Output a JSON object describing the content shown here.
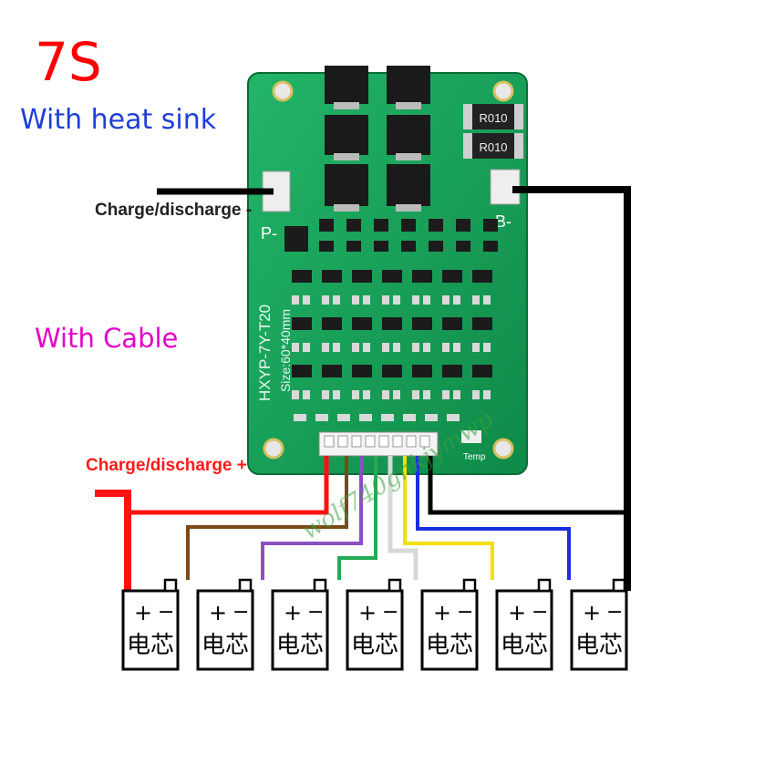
{
  "title": "7S",
  "features": {
    "heat_sink": "With heat sink",
    "cable": "With Cable"
  },
  "labels": {
    "discharge_negative": "Charge/discharge -",
    "discharge_positive": "Charge/discharge +"
  },
  "board": {
    "model": "HXYP-7Y-T20",
    "size": "Size:60*40mm",
    "pad_p": "P-",
    "pad_b": "B-",
    "temp": "Temp",
    "resistor_marking": "R010"
  },
  "cells": {
    "plus": "+",
    "minus": "−",
    "name": "电芯",
    "count": 7
  },
  "wires": [
    {
      "name": "red",
      "color": "#ff1111"
    },
    {
      "name": "brown",
      "color": "#7a4a16"
    },
    {
      "name": "purple",
      "color": "#8a4fc0"
    },
    {
      "name": "green",
      "color": "#22aa55"
    },
    {
      "name": "white",
      "color": "#d8d8d8"
    },
    {
      "name": "yellow",
      "color": "#f2e000"
    },
    {
      "name": "blue",
      "color": "#1a2ee0"
    },
    {
      "name": "black",
      "color": "#000000"
    }
  ],
  "colors": {
    "title": "#ff0000",
    "heat_sink": "#1f3fd6",
    "cable": "#e400c8",
    "pcb": "#18a058"
  },
  "watermark": "wolf740gnkjymwp"
}
